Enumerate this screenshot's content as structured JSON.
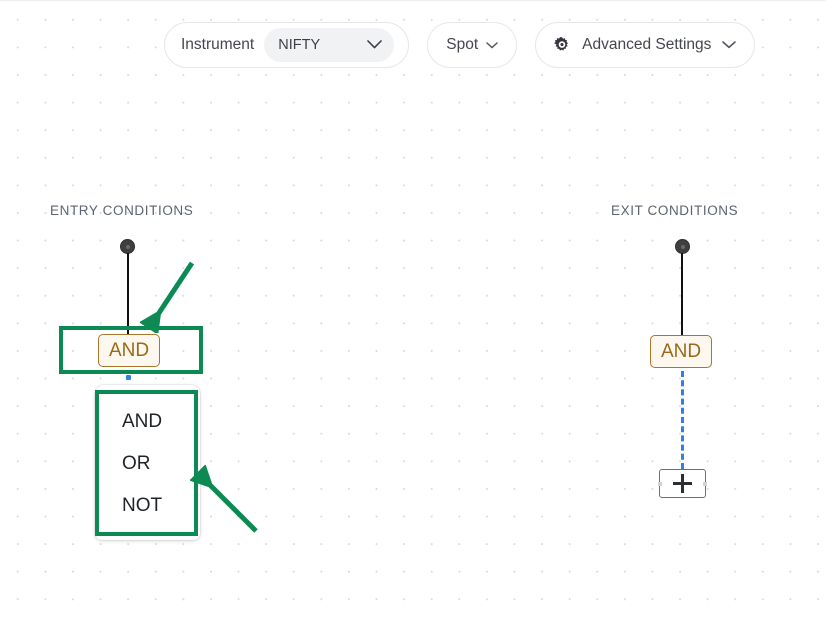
{
  "toolbar": {
    "instrument": {
      "label": "Instrument",
      "selected": "NIFTY",
      "chevron_icon": "chevron-down-icon"
    },
    "spot": {
      "label": "Spot",
      "chevron_icon": "chevron-down-icon"
    },
    "advanced": {
      "label": "Advanced Settings",
      "gear_icon": "gear-icon",
      "chevron_icon": "chevron-down-icon"
    }
  },
  "canvas": {
    "entry": {
      "title": "ENTRY CONDITIONS",
      "node_label": "AND",
      "handle_icon": "connection-handle-icon",
      "dropdown": {
        "options": [
          "AND",
          "OR",
          "NOT"
        ]
      }
    },
    "exit": {
      "title": "EXIT CONDITIONS",
      "node_label": "AND",
      "handle_icon": "connection-handle-icon",
      "add_label": "+"
    }
  },
  "annotations": {
    "color": "#0d8a54",
    "arrow_to_node": "arrow-icon",
    "arrow_to_dropdown": "arrow-icon"
  },
  "colors": {
    "node_border": "#a9762a",
    "node_text": "#9a6a16",
    "node_fill": "#fdf8ef",
    "edge_solid": "#111111",
    "edge_dashed": "#2f7fe8",
    "annotation_green": "#0d8a54"
  }
}
